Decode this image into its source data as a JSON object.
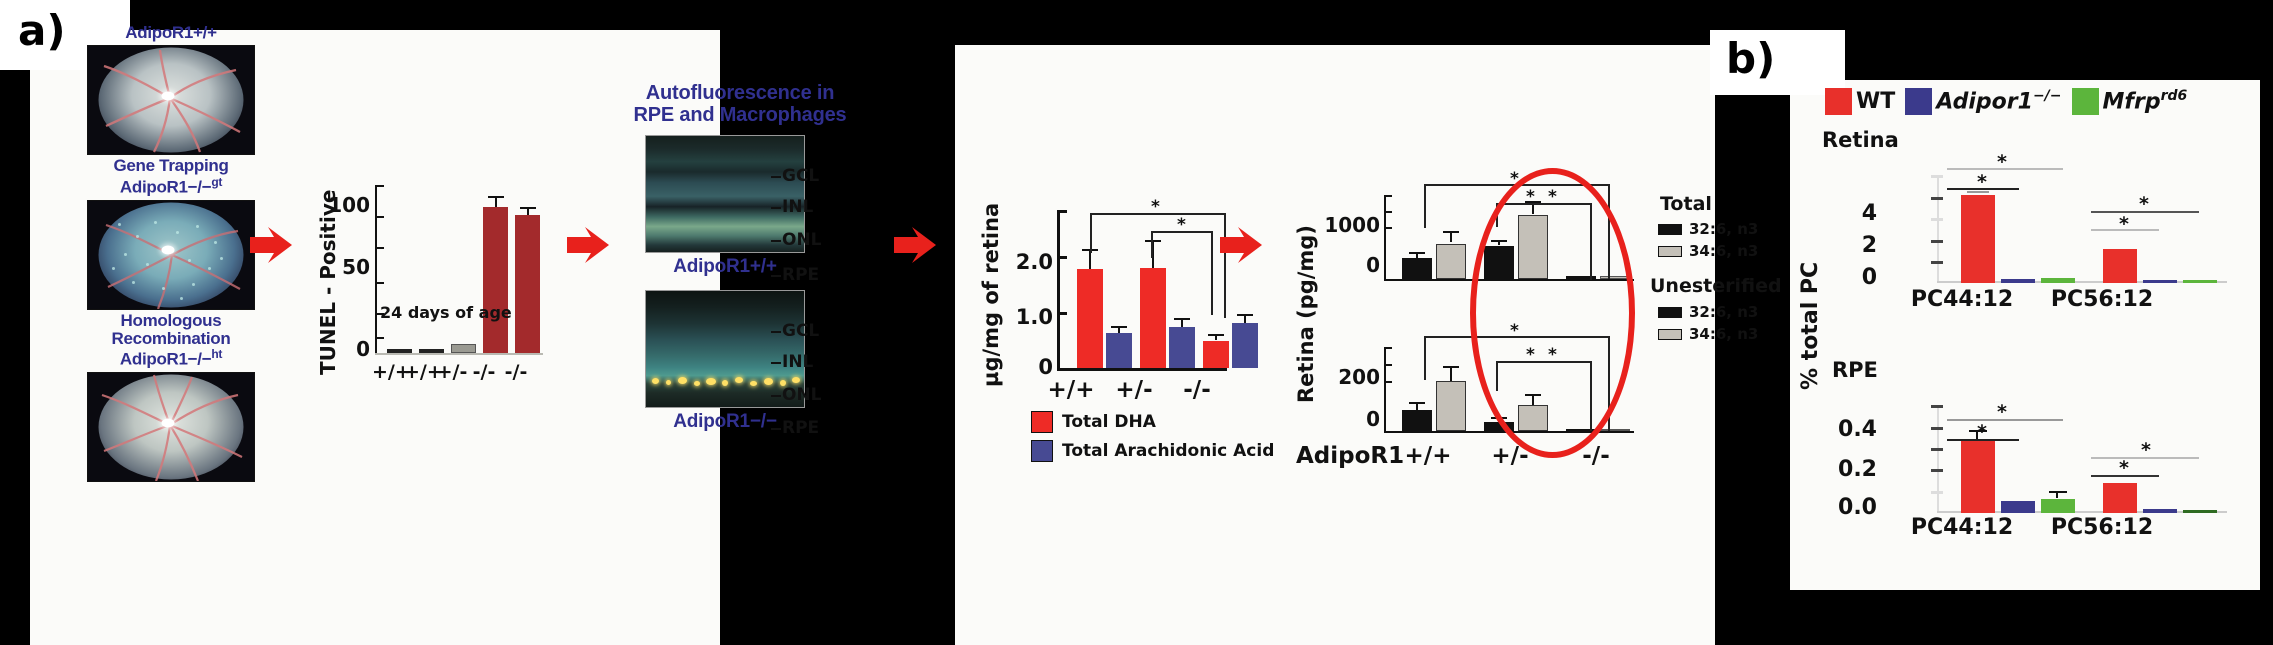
{
  "panels": {
    "a_letter": "a)",
    "b_letter": "b)"
  },
  "fundus": {
    "items": [
      {
        "title": "AdipoR1+/+",
        "name": "fundus-wt"
      },
      {
        "title": "Gene Trapping\nAdipoR1−/−gt",
        "title_line1": "Gene Trapping",
        "title_line2": "AdipoR1−/−",
        "title_sup": "gt",
        "name": "fundus-gene-trapping"
      },
      {
        "title_line1": "Homologous",
        "title_line2": "Recombination",
        "title_line3": "AdipoR1−/−",
        "title_sup": "ht",
        "name": "fundus-homologous-recombination"
      }
    ]
  },
  "autofluorescence": {
    "title_line1": "Autofluorescence in",
    "title_line2": "RPE and Macrophages",
    "layers": [
      "GCL",
      "INL",
      "ONL",
      "RPE"
    ],
    "caption_top": "AdipoR1+/+",
    "caption_bottom": "AdipoR1−/−"
  },
  "chart_data": [
    {
      "id": "tunel",
      "type": "bar",
      "title": "",
      "ylabel": "TUNEL - Positive",
      "xlabel": "",
      "annotation": "24 days of age",
      "categories": [
        "+/+",
        "+/+",
        "+/-",
        "-/-",
        "-/-"
      ],
      "values": [
        2,
        2,
        6,
        113,
        107
      ],
      "errors": [
        1,
        1,
        2,
        7,
        5
      ],
      "colors": [
        "#222222",
        "#222222",
        "#9a9a92",
        "#a32a2c",
        "#a32a2c"
      ],
      "ylim": [
        0,
        130
      ],
      "yticks": [
        0,
        50,
        100
      ],
      "grid": false
    },
    {
      "id": "dha-arachidonic",
      "type": "bar",
      "ylabel": "µg/mg of retina",
      "xlabel": "",
      "categories": [
        "+/+",
        "+/-",
        "-/-"
      ],
      "series": [
        {
          "name": "Total DHA",
          "color": "#ee2b26",
          "values": [
            1.63,
            1.65,
            0.45
          ],
          "errors": [
            0.33,
            0.46,
            0.09
          ]
        },
        {
          "name": "Total Arachidonic Acid",
          "color": "#474a93",
          "values": [
            0.58,
            0.68,
            0.74
          ],
          "errors": [
            0.11,
            0.14,
            0.14
          ]
        }
      ],
      "ylim": [
        0,
        2.6
      ],
      "yticks": [
        0,
        1.0,
        2.0
      ],
      "ytick_labels": [
        "0",
        "1.0",
        "2.0"
      ],
      "significance": [
        "*",
        "*"
      ],
      "legend_position": "below"
    },
    {
      "id": "retina-total",
      "type": "bar",
      "ylabel": "Retina (pg/mg)",
      "subtitle": "Total",
      "xlabel": "AdipoR1",
      "categories": [
        "+/+",
        "+/-",
        "-/-"
      ],
      "series": [
        {
          "name": "32:6, n3",
          "color": "#111111",
          "values": [
            420,
            660,
            8
          ],
          "errors": [
            70,
            70,
            4
          ]
        },
        {
          "name": "34:6, n3",
          "color": "#c4c0b8",
          "values": [
            700,
            1300,
            10
          ],
          "errors": [
            160,
            230,
            4
          ]
        }
      ],
      "ylim": [
        0,
        1700
      ],
      "yticks": [
        0,
        1000
      ],
      "ytick_labels": [
        "0",
        "1000"
      ],
      "significance": [
        "*",
        "*",
        "*"
      ]
    },
    {
      "id": "retina-unesterified",
      "type": "bar",
      "ylabel": "Retina (pg/mg)",
      "subtitle": "Unesterified",
      "xlabel": "AdipoR1",
      "categories": [
        "+/+",
        "+/-",
        "-/-"
      ],
      "series": [
        {
          "name": "32:6, n3",
          "color": "#111111",
          "values": [
            105,
            42,
            3
          ],
          "errors": [
            30,
            13,
            2
          ]
        },
        {
          "name": "34:6, n3",
          "color": "#c4c0b8",
          "values": [
            250,
            130,
            5
          ],
          "errors": [
            75,
            45,
            3
          ]
        }
      ],
      "ylim": [
        0,
        420
      ],
      "yticks": [
        0,
        200
      ],
      "ytick_labels": [
        "0",
        "200"
      ],
      "significance": [
        "*",
        "*",
        "*"
      ]
    },
    {
      "id": "panelb-retina",
      "type": "bar",
      "title": "Retina",
      "ylabel": "% total PC",
      "categories": [
        "PC44:12",
        "PC56:12"
      ],
      "series": [
        {
          "name": "WT",
          "color": "#e8302b",
          "values": [
            4.15,
            1.55
          ],
          "errors": [
            0.1,
            0.03
          ]
        },
        {
          "name": "Adipor1−/−",
          "color": "#3b3a8c",
          "values": [
            0.06,
            0.01
          ],
          "errors": [
            0.01,
            0.01
          ]
        },
        {
          "name": "Mfrp rd6",
          "color": "#5cb53c",
          "values": [
            0.07,
            0.04
          ],
          "errors": [
            0.01,
            0.01
          ]
        }
      ],
      "ylim": [
        0,
        5
      ],
      "yticks": [
        0,
        1,
        2,
        3,
        4
      ],
      "ytick_labels": [
        "0",
        "",
        "2",
        "",
        "4"
      ],
      "significance": [
        "*",
        "*",
        "*",
        "*"
      ]
    },
    {
      "id": "panelb-rpe",
      "type": "bar",
      "title": "RPE",
      "ylabel": "% total PC",
      "categories": [
        "PC44:12",
        "PC56:12"
      ],
      "series": [
        {
          "name": "WT",
          "color": "#e8302b",
          "values": [
            0.345,
            0.145
          ],
          "errors": [
            0.035,
            0.005
          ]
        },
        {
          "name": "Adipor1−/−",
          "color": "#3b3a8c",
          "values": [
            0.055,
            0.008
          ],
          "errors": [
            0.008,
            0.003
          ]
        },
        {
          "name": "Mfrp rd6",
          "color": "#5cb53c",
          "values": [
            0.065,
            0.006
          ],
          "errors": [
            0.018,
            0.003
          ]
        }
      ],
      "ylim": [
        0,
        0.52
      ],
      "yticks": [
        0.0,
        0.1,
        0.2,
        0.3,
        0.4,
        0.5
      ],
      "ytick_labels": [
        "0.0",
        "",
        "0.2",
        "",
        "0.4",
        ""
      ],
      "significance": [
        "*",
        "*",
        "*",
        "*"
      ]
    }
  ],
  "dha_legend": [
    {
      "label": "Total DHA",
      "color": "#ee2b26"
    },
    {
      "label": "Total Arachidonic Acid",
      "color": "#474a93"
    }
  ],
  "retina_legend": {
    "group1_title": "Total",
    "group1_items": [
      {
        "label": "32:6, n3",
        "color": "#111111"
      },
      {
        "label": "34:6, n3",
        "color": "#c4c0b8"
      }
    ],
    "group2_title": "Unesterified",
    "group2_items": [
      {
        "label": "32:6, n3",
        "color": "#111111"
      },
      {
        "label": "34:6, n3",
        "color": "#c4c0b8"
      }
    ]
  },
  "retina_axis_label": "AdipoR1",
  "retina_categories": [
    "+/+",
    "+/-",
    "-/-"
  ],
  "panelb_legend": [
    {
      "label": "WT",
      "color": "#e8302b",
      "italic": false,
      "sup": ""
    },
    {
      "label": "Adipor1",
      "color": "#3b3a8c",
      "italic": true,
      "sup": "−/−"
    },
    {
      "label": "Mfrp",
      "color": "#5cb53c",
      "italic": true,
      "sup": "rd6"
    }
  ],
  "panelb": {
    "retina_title": "Retina",
    "rpe_title": "RPE",
    "ylabel": "% total PC",
    "xcats": [
      "PC44:12",
      "PC56:12"
    ]
  },
  "colors": {
    "accent_blue": "#30308f",
    "arrow_red": "#e8211c",
    "ellipse_red": "#e8211c",
    "tunel_bar": "#a32a2c",
    "dha_red": "#ee2b26",
    "arachidonic_blue": "#474a93"
  }
}
